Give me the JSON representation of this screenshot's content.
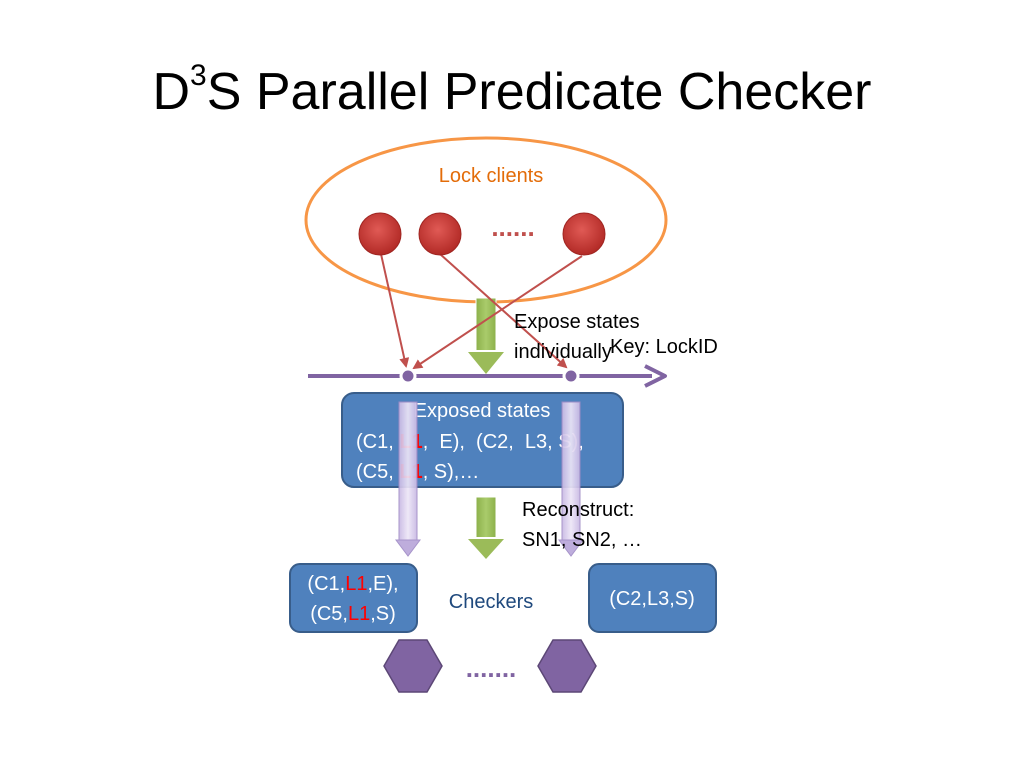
{
  "slide": {
    "title_main": "D",
    "title_sup": "3",
    "title_rest": "S Parallel Predicate Checker"
  },
  "lock_clients": {
    "label": "Lock clients",
    "dots": "......"
  },
  "expose": {
    "line1": "Expose states",
    "line2": "individually",
    "key": "Key: LockID"
  },
  "exposed_box": {
    "line1": "Exposed states",
    "line2_a": "(C1, ",
    "line2_b": "L1",
    "line2_c": ",  E),  (C2,  L3, S),",
    "line3_a": "(C5, ",
    "line3_b": "L1",
    "line3_c": ", S),…"
  },
  "reconstruct": {
    "line1": "Reconstruct:",
    "line2": "SN1, SN2, …"
  },
  "left_box": {
    "l1a": "(C1,",
    "l1b": "L1",
    "l1c": ",E),",
    "l2a": "(C5,",
    "l2b": "L1",
    "l2c": ",S)"
  },
  "checkers_label": "Checkers",
  "right_box": "(C2,L3,S)",
  "checkers_dots": ".......",
  "colors": {
    "orange": "#F79646",
    "red_node": "#C0302B",
    "purple": "#8064A2",
    "green": "#9BBB59",
    "box_blue": "#4F81BD",
    "box_border": "#385D8A",
    "highlight_red": "#FF0000",
    "checkers_text": "#1F497D"
  }
}
